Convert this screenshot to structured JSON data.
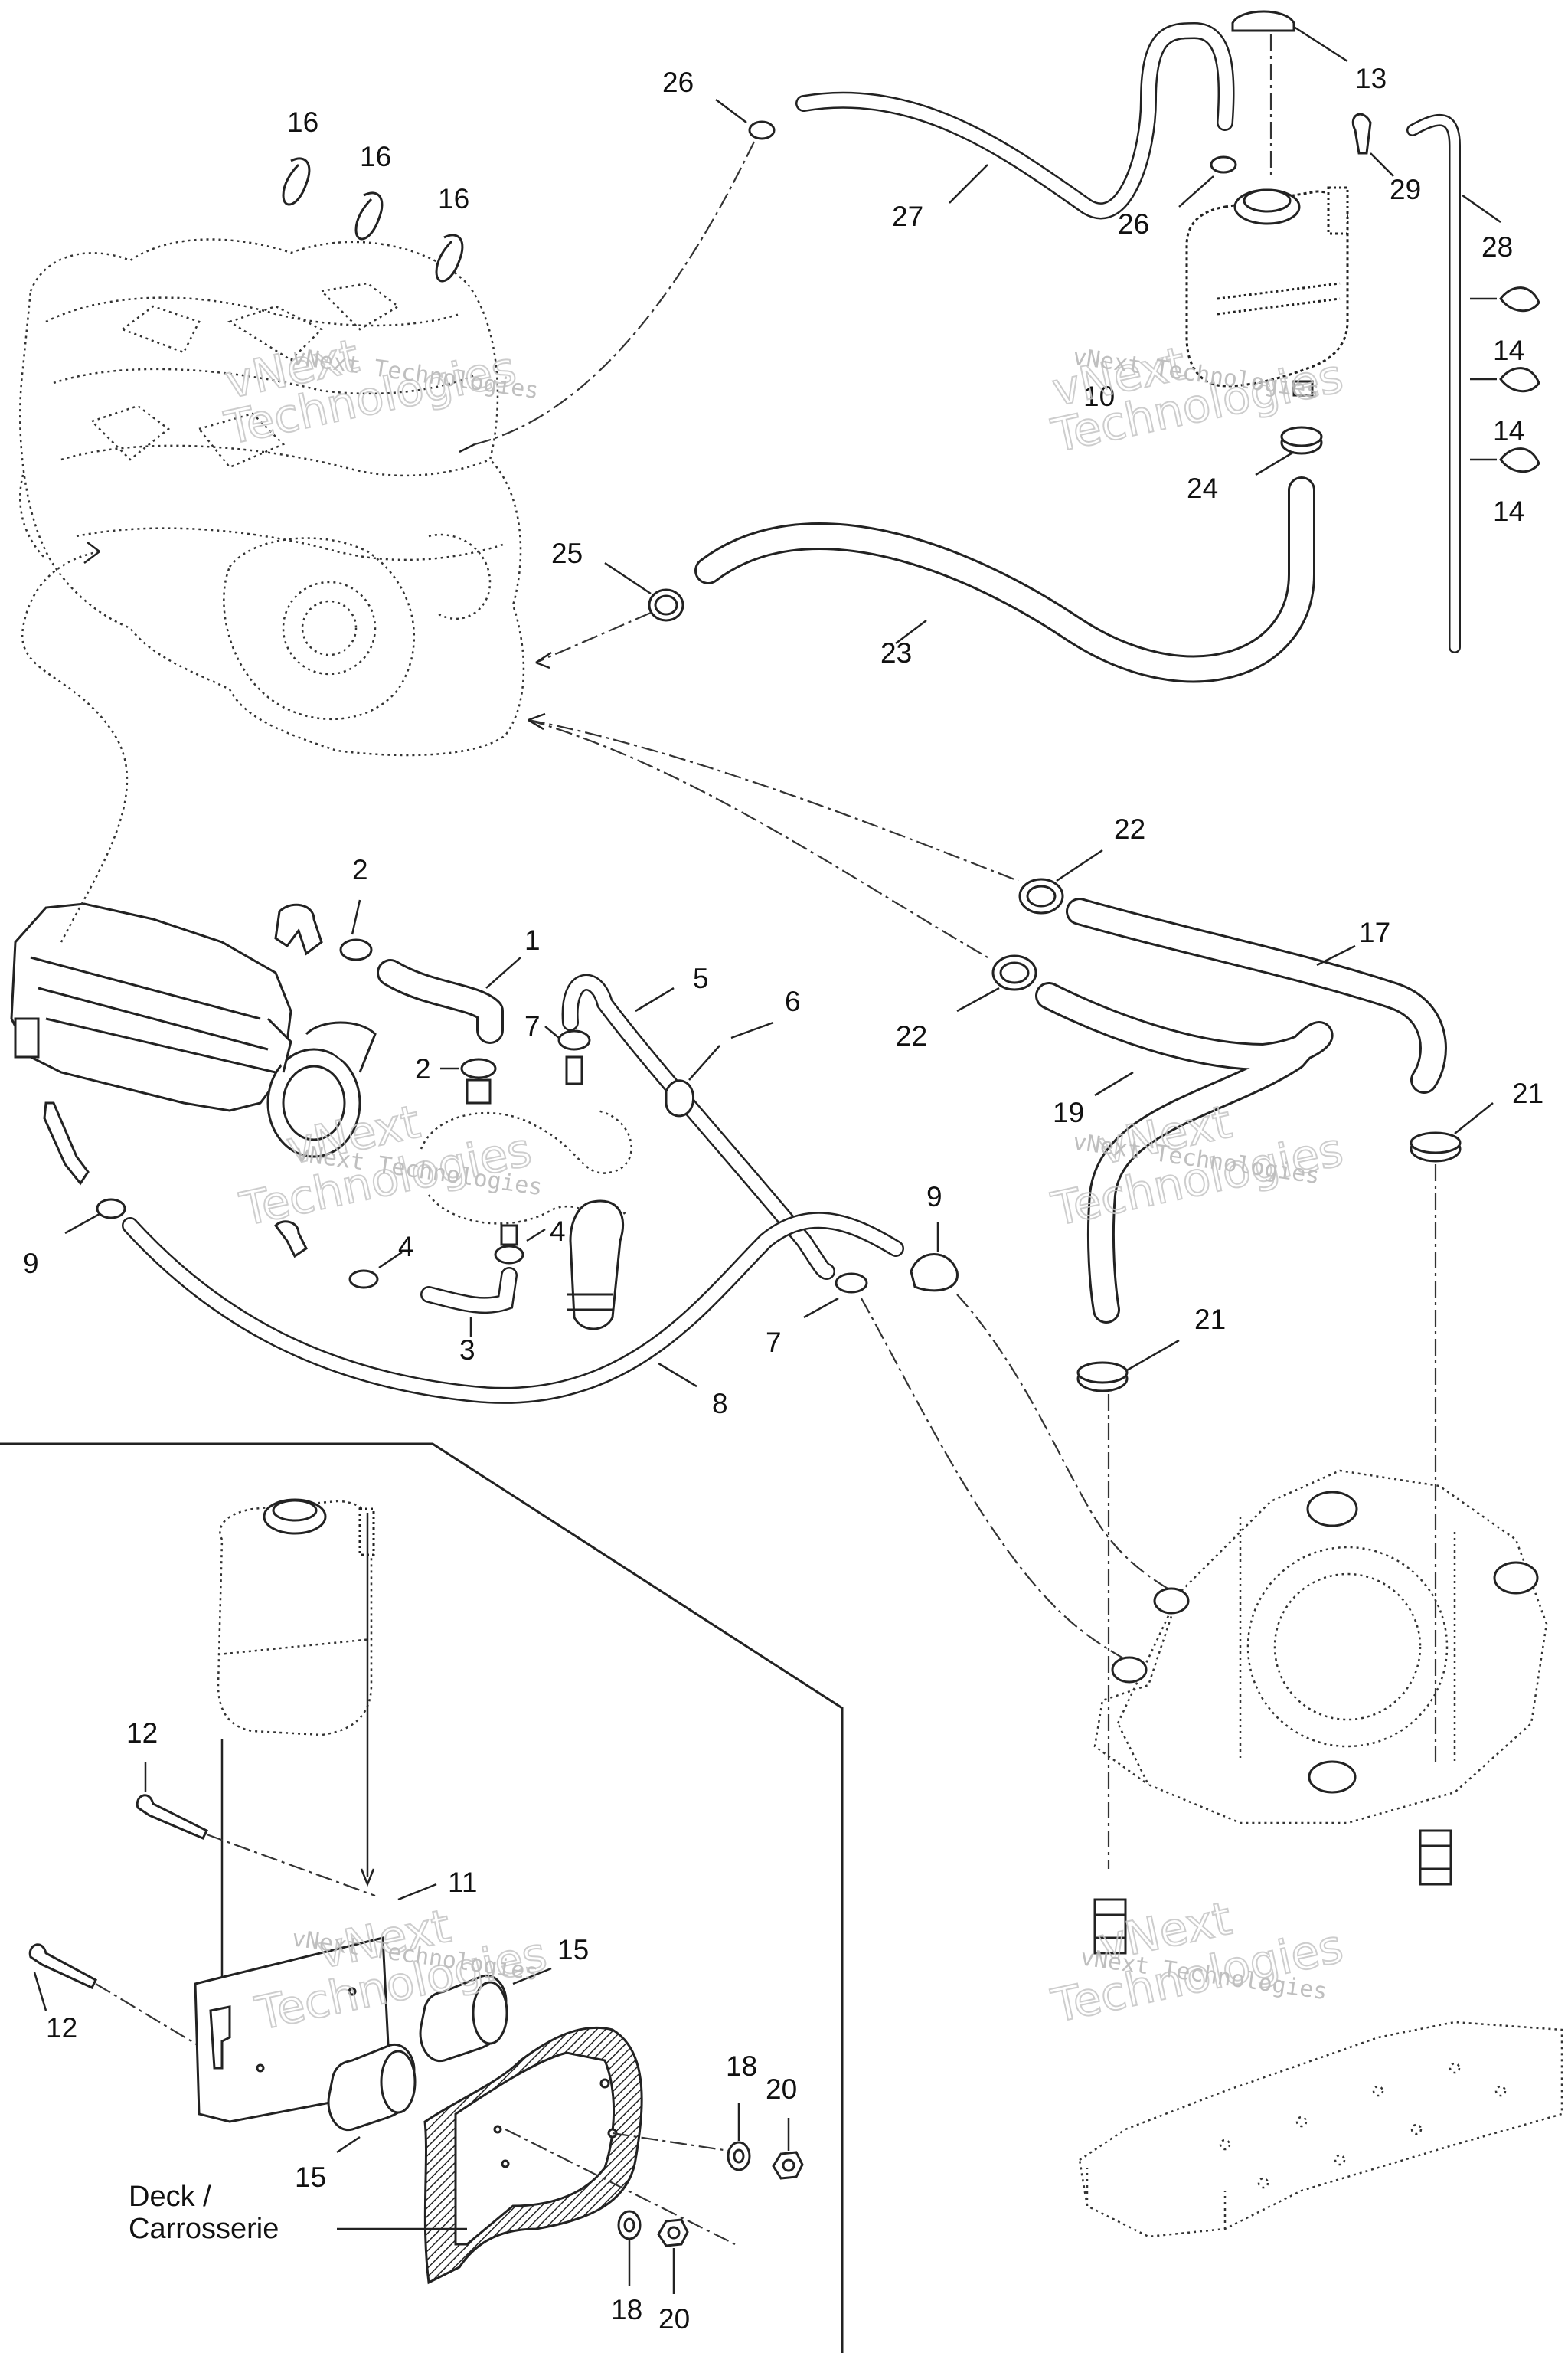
{
  "callouts": {
    "c1": "1",
    "c2a": "2",
    "c2b": "2",
    "c3": "3",
    "c4a": "4",
    "c4b": "4",
    "c5": "5",
    "c6": "6",
    "c7a": "7",
    "c7b": "7",
    "c8": "8",
    "c9a": "9",
    "c9b": "9",
    "c10": "10",
    "c11": "11",
    "c12a": "12",
    "c12b": "12",
    "c13": "13",
    "c14a": "14",
    "c14b": "14",
    "c14c": "14",
    "c15a": "15",
    "c15b": "15",
    "c16a": "16",
    "c16b": "16",
    "c16c": "16",
    "c17": "17",
    "c18a": "18",
    "c18b": "18",
    "c19": "19",
    "c20a": "20",
    "c20b": "20",
    "c21a": "21",
    "c21b": "21",
    "c22a": "22",
    "c22b": "22",
    "c23": "23",
    "c24": "24",
    "c25": "25",
    "c26a": "26",
    "c26b": "26",
    "c27": "27",
    "c28": "28",
    "c29": "29"
  },
  "deck_label_line1": "Deck /",
  "deck_label_line2": "Carrosserie",
  "watermark": {
    "line1": "vNext Technologies",
    "big1": "vNext",
    "big2": "Technologies"
  }
}
